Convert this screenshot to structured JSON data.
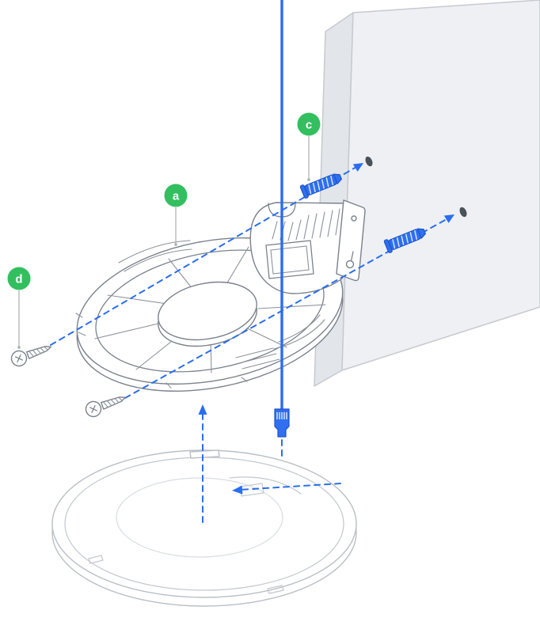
{
  "diagram": {
    "labels": [
      {
        "id": "a",
        "part": "mounting-bracket"
      },
      {
        "id": "c",
        "part": "wall-anchor"
      },
      {
        "id": "d",
        "part": "mounting-screw"
      }
    ],
    "colors": {
      "label_green": "#33bf5f",
      "accent_blue": "#2a6df0",
      "wall_fill": "#eef0f3",
      "wall_side_fill": "#e2e5ea",
      "outline_gray": "#7a828c",
      "light_gray": "#b9bfc6"
    }
  }
}
